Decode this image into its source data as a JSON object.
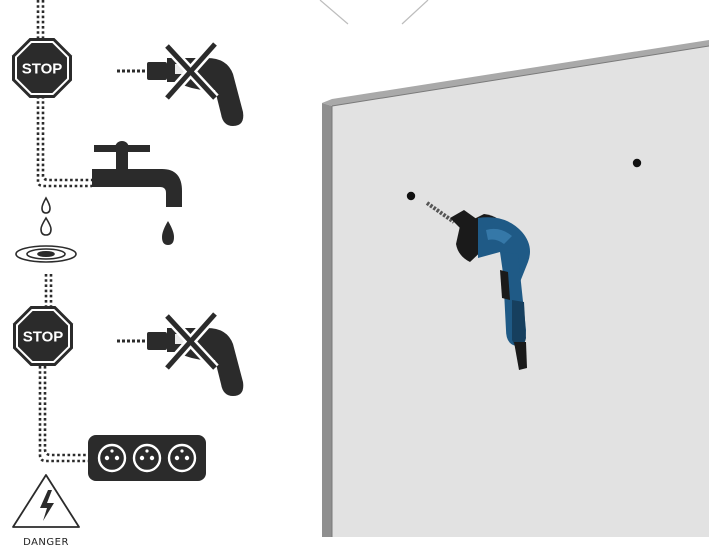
{
  "stop_signs": [
    {
      "label": "STOP"
    },
    {
      "label": "STOP"
    }
  ],
  "danger": {
    "label": "DANGER"
  },
  "colors": {
    "icon_dark": "#2b2b2b",
    "wall_face": "#e2e2e2",
    "wall_edge": "#8f8f8f",
    "drill_blue": "#1f5a86",
    "drill_black": "#1a1a1a"
  },
  "icons": [
    "stop-sign-icon",
    "no-drill-icon",
    "water-tap-icon",
    "water-drop-icon",
    "water-ripple-icon",
    "power-socket-icon",
    "high-voltage-icon",
    "drill-icon",
    "drill-mark-icon"
  ]
}
